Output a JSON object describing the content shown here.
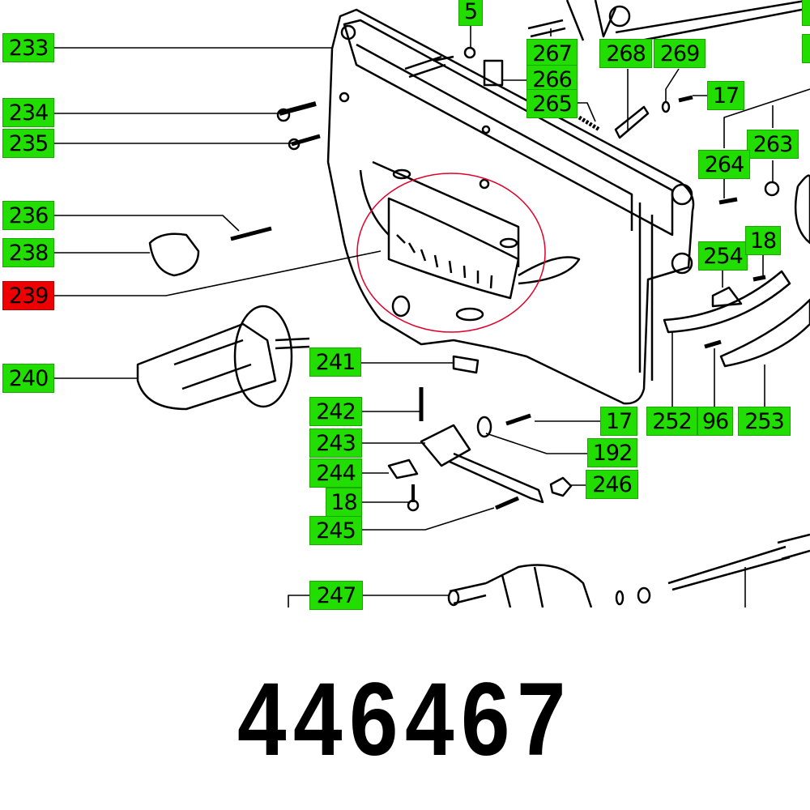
{
  "part_number": "446467",
  "highlight_color": "#ee0000",
  "label_color": "#22dd00",
  "labels": {
    "l233": "233",
    "l234": "234",
    "l235": "235",
    "l236": "236",
    "l238": "238",
    "l239": "239",
    "l240": "240",
    "l241": "241",
    "l242": "242",
    "l243": "243",
    "l244": "244",
    "l18a": "18",
    "l245": "245",
    "l247": "247",
    "l5": "5",
    "l267": "267",
    "l266": "266",
    "l265": "265",
    "l268": "268",
    "l269": "269",
    "l17a": "17",
    "l264": "264",
    "l263": "263",
    "l254": "254",
    "l18b": "18",
    "l252": "252",
    "l96": "96",
    "l253": "253",
    "l17b": "17",
    "l192": "192",
    "l246": "246"
  },
  "highlighted_label": "239"
}
